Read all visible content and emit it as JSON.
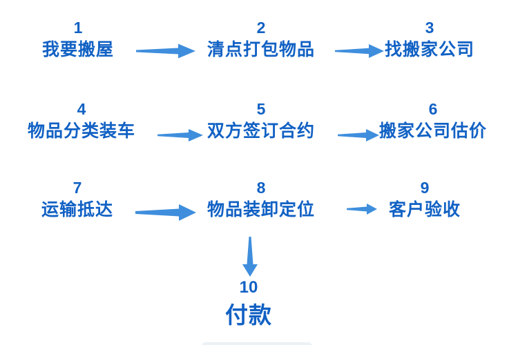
{
  "flowchart": {
    "name": "moving-house-process-flowchart",
    "text_color": "#1161c4",
    "arrow_color": "#3f8edd",
    "steps": [
      {
        "num": "1",
        "label": "我要搬屋"
      },
      {
        "num": "2",
        "label": "清点打包物品"
      },
      {
        "num": "3",
        "label": "找搬家公司"
      },
      {
        "num": "4",
        "label": "物品分类装车"
      },
      {
        "num": "5",
        "label": "双方签订合约"
      },
      {
        "num": "6",
        "label": "搬家公司估价"
      },
      {
        "num": "7",
        "label": "运输抵达"
      },
      {
        "num": "8",
        "label": "物品装卸定位"
      },
      {
        "num": "9",
        "label": "客户验收"
      },
      {
        "num": "10",
        "label": "付款"
      }
    ]
  }
}
